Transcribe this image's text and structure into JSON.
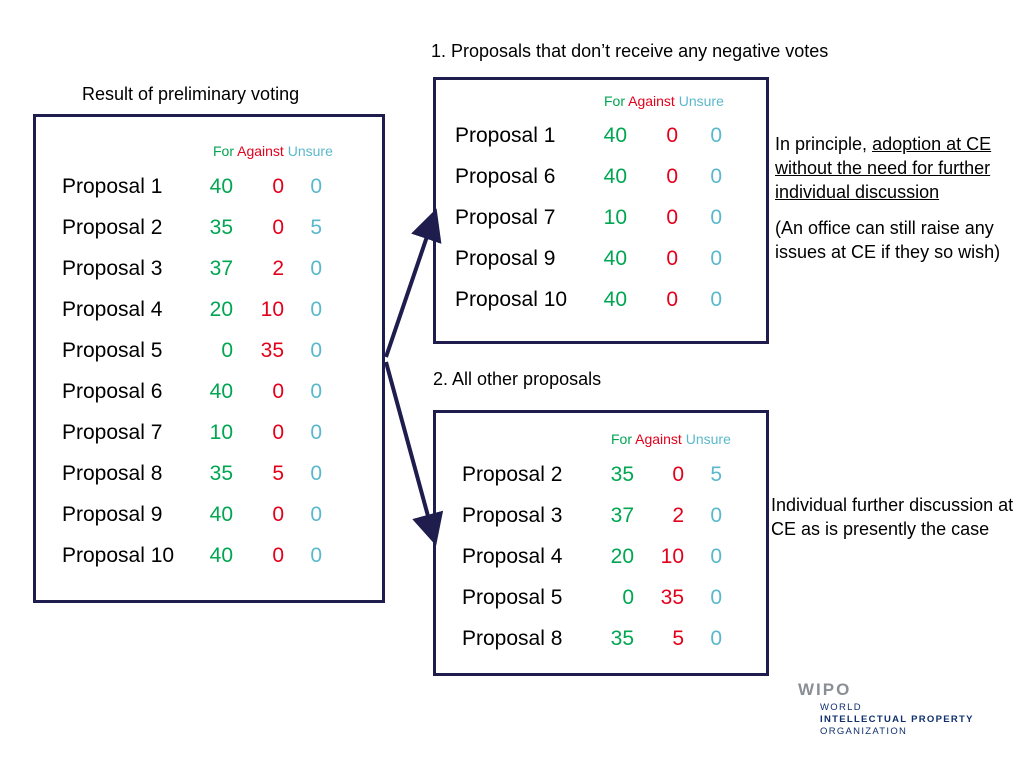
{
  "left_panel": {
    "title": "Result of preliminary voting",
    "headers": {
      "for": "For",
      "against": "Against",
      "unsure": "Unsure"
    },
    "rows": [
      {
        "name": "Proposal 1",
        "for": "40",
        "against": "0",
        "unsure": "0"
      },
      {
        "name": "Proposal 2",
        "for": "35",
        "against": "0",
        "unsure": "5"
      },
      {
        "name": "Proposal 3",
        "for": "37",
        "against": "2",
        "unsure": "0"
      },
      {
        "name": "Proposal 4",
        "for": "20",
        "against": "10",
        "unsure": "0"
      },
      {
        "name": "Proposal 5",
        "for": "0",
        "against": "35",
        "unsure": "0"
      },
      {
        "name": "Proposal 6",
        "for": "40",
        "against": "0",
        "unsure": "0"
      },
      {
        "name": "Proposal 7",
        "for": "10",
        "against": "0",
        "unsure": "0"
      },
      {
        "name": "Proposal 8",
        "for": "35",
        "against": "5",
        "unsure": "0"
      },
      {
        "name": "Proposal 9",
        "for": "40",
        "against": "0",
        "unsure": "0"
      },
      {
        "name": "Proposal 10",
        "for": "40",
        "against": "0",
        "unsure": "0"
      }
    ]
  },
  "group1": {
    "title": "1. Proposals that don’t receive any negative votes",
    "headers": {
      "for": "For",
      "against": "Against",
      "unsure": "Unsure"
    },
    "rows": [
      {
        "name": "Proposal 1",
        "for": "40",
        "against": "0",
        "unsure": "0"
      },
      {
        "name": "Proposal 6",
        "for": "40",
        "against": "0",
        "unsure": "0"
      },
      {
        "name": "Proposal 7",
        "for": "10",
        "against": "0",
        "unsure": "0"
      },
      {
        "name": "Proposal 9",
        "for": "40",
        "against": "0",
        "unsure": "0"
      },
      {
        "name": "Proposal 10",
        "for": "40",
        "against": "0",
        "unsure": "0"
      }
    ],
    "note_prefix": "In principle, ",
    "note_underlined": "adoption at CE without the need for further individual discussion",
    "note2": "(An office can still raise any issues at CE if they so wish)"
  },
  "group2": {
    "title": "2. All other proposals",
    "headers": {
      "for": "For",
      "against": "Against",
      "unsure": "Unsure"
    },
    "rows": [
      {
        "name": "Proposal 2",
        "for": "35",
        "against": "0",
        "unsure": "5"
      },
      {
        "name": "Proposal 3",
        "for": "37",
        "against": "2",
        "unsure": "0"
      },
      {
        "name": "Proposal 4",
        "for": "20",
        "against": "10",
        "unsure": "0"
      },
      {
        "name": "Proposal 5",
        "for": "0",
        "against": "35",
        "unsure": "0"
      },
      {
        "name": "Proposal 8",
        "for": "35",
        "against": "5",
        "unsure": "0"
      }
    ],
    "note": "Individual further discussion at CE as is presently the case"
  },
  "logo": {
    "mark": "WIPO",
    "line1": "WORLD",
    "line2": "INTELLECTUAL PROPERTY",
    "line3": "ORGANIZATION"
  },
  "colors": {
    "for": "#00a651",
    "against": "#e3001b",
    "unsure": "#5bb8cc",
    "border": "#1f1d4d"
  }
}
